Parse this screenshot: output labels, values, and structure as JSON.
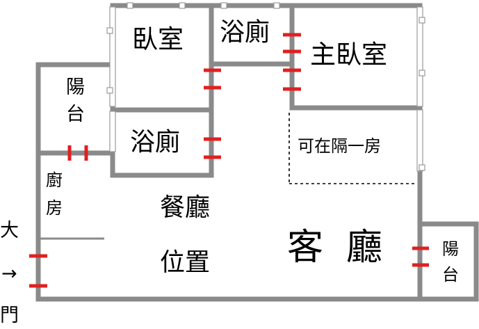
{
  "rooms": {
    "bedroom": "臥室",
    "bath_top": "浴廁",
    "master_bedroom": "主臥室",
    "balcony_left": "陽台",
    "bath_mid": "浴廁",
    "optional_room": "可在隔一房",
    "kitchen": "廚房",
    "dining_line1": "餐廳",
    "dining_line2": "位置",
    "living_room": "客  廳",
    "balcony_right": "陽台"
  },
  "entrance": {
    "line1": "大",
    "arrow": "→",
    "line2": "門"
  },
  "colors": {
    "wall": "#8a8a8a",
    "door": "#e02020",
    "background": "#ffffff",
    "text": "#000000"
  }
}
